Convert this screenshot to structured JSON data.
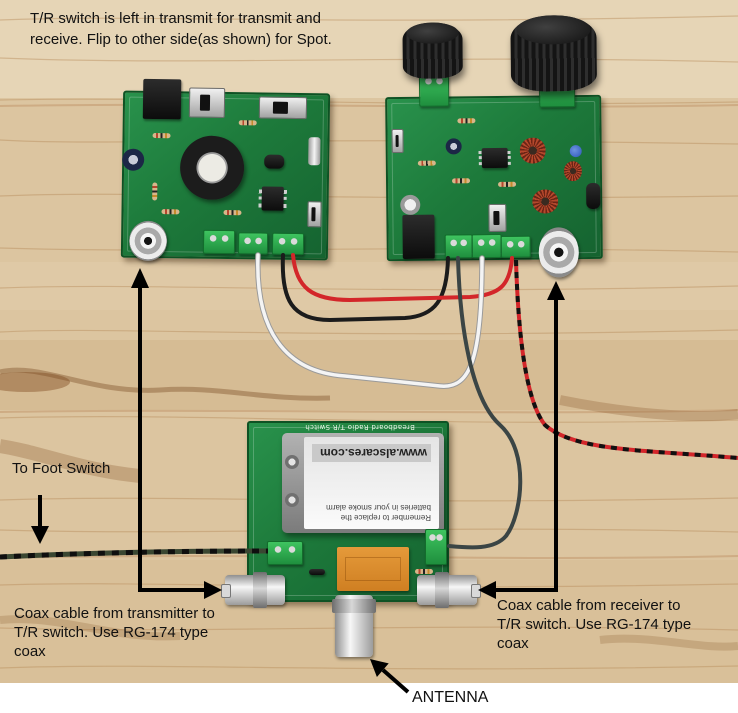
{
  "annotations": {
    "top_note": {
      "lines": [
        "T/R switch is left in transmit for transmit and",
        "receive. Flip to other side(as shown) for Spot."
      ]
    },
    "foot_switch": "To Foot Switch",
    "tx_coax": {
      "lines": [
        "Coax cable from transmitter to",
        "T/R switch. Use RG-174 type",
        "coax"
      ]
    },
    "rx_coax": {
      "lines": [
        "Coax cable from receiver to",
        "T/R switch. Use RG-174 type",
        "coax"
      ]
    },
    "antenna": "ANTENNA"
  },
  "battery": {
    "brand": "www.alscares.com",
    "reminder": [
      "Remember to replace the",
      "batteries in your smoke alarm"
    ]
  },
  "boards": {
    "tr_switch_silkscreen": "Breadboard Radio T/R Switch"
  },
  "colors": {
    "wood": "#dcc5a0",
    "pcb": "#1d7a3b",
    "relay": "#e59a3a",
    "red_wire": "#d3262a",
    "arrow": "#000000",
    "label_text": "#111111"
  }
}
